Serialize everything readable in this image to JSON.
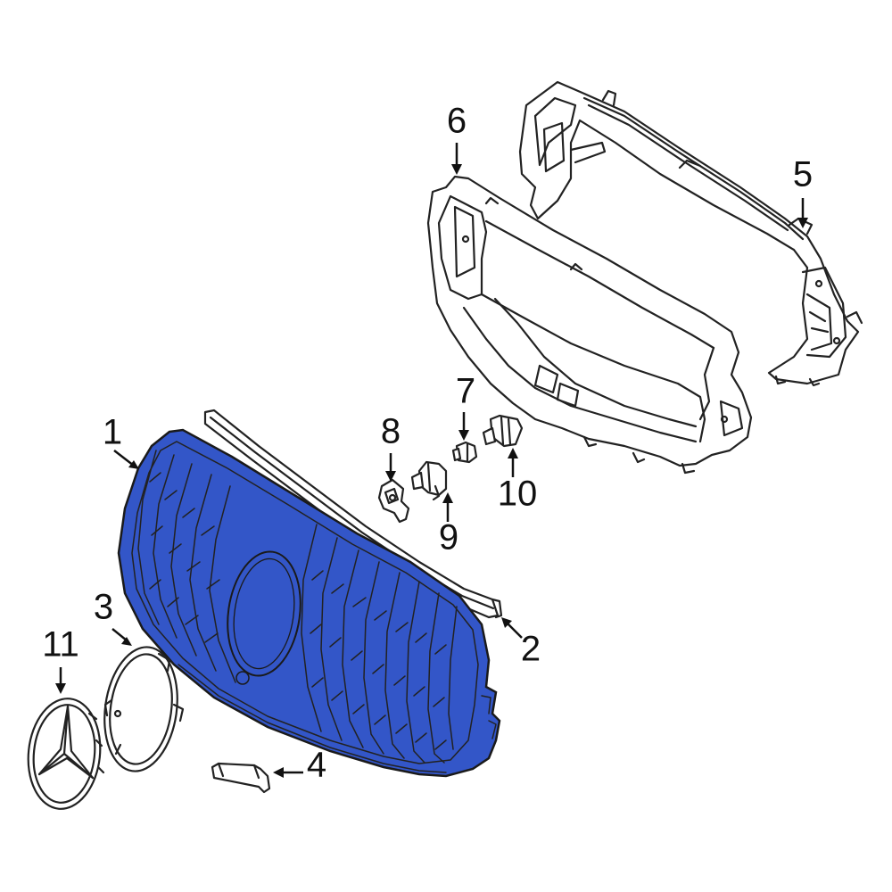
{
  "colors": {
    "highlight": "#3356c8",
    "outline": "#222222",
    "background": "#ffffff"
  },
  "callouts": [
    {
      "id": "c1",
      "label": "1"
    },
    {
      "id": "c2",
      "label": "2"
    },
    {
      "id": "c3",
      "label": "3"
    },
    {
      "id": "c4",
      "label": "4"
    },
    {
      "id": "c5",
      "label": "5"
    },
    {
      "id": "c6",
      "label": "6"
    },
    {
      "id": "c7",
      "label": "7"
    },
    {
      "id": "c8",
      "label": "8"
    },
    {
      "id": "c9",
      "label": "9"
    },
    {
      "id": "c10",
      "label": "10"
    },
    {
      "id": "c11",
      "label": "11"
    }
  ]
}
